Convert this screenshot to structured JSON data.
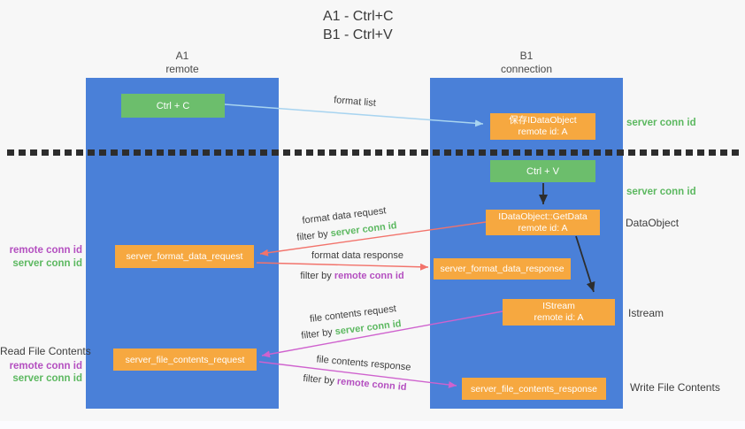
{
  "title": {
    "line1": "A1 - Ctrl+C",
    "line2": "B1 - Ctrl+V"
  },
  "lanes": {
    "a1": {
      "name": "A1",
      "role": "remote"
    },
    "b1": {
      "name": "B1",
      "role": "connection"
    }
  },
  "nodes": {
    "ctrl_c": {
      "label": "Ctrl + C"
    },
    "save_dataobject": {
      "line1": "保存IDataObject",
      "line2": "remote id: A"
    },
    "ctrl_v": {
      "label": "Ctrl + V"
    },
    "getdata": {
      "line1": "IDataObject::GetData",
      "line2": "remote id: A"
    },
    "format_request": {
      "label": "server_format_data_request"
    },
    "format_response": {
      "label": "server_format_data_response"
    },
    "istream": {
      "line1": "IStream",
      "line2": "remote id: A"
    },
    "file_request": {
      "label": "server_file_contents_request"
    },
    "file_response": {
      "label": "server_file_contents_response"
    }
  },
  "edges": {
    "format_list": {
      "label": "format list"
    },
    "format_request": {
      "label": "format data request",
      "filter_prefix": "filter by ",
      "filter_key": "server conn id"
    },
    "format_response": {
      "label": "format data response",
      "filter_prefix": "filter by ",
      "filter_key": "remote conn id"
    },
    "file_request": {
      "label": "file contents request",
      "filter_prefix": "filter by ",
      "filter_key": "server conn id"
    },
    "file_response": {
      "label": "file contents response",
      "filter_prefix": "filter by ",
      "filter_key": "remote conn id"
    }
  },
  "annotations": {
    "right": {
      "server_conn_id_top": "server conn id",
      "server_conn_id_mid": "server conn id",
      "dataobject": "DataObject",
      "istream": "Istream",
      "write_file": "Write File Contents"
    },
    "left": {
      "remote_conn_id_top": "remote conn id",
      "server_conn_id_top": "server conn id",
      "read_file": "Read File Contents",
      "remote_conn_id_bottom": "remote conn id",
      "server_conn_id_bottom": "server conn id"
    }
  },
  "colors": {
    "lane_blue": "#4a80d8",
    "node_green": "#6cbe6c",
    "node_orange": "#f6a840",
    "arrow_light_blue": "#a8d4f0",
    "arrow_red": "#f2736b",
    "arrow_magenta": "#cf62ce",
    "arrow_black": "#2d2d2d",
    "text_green": "#5cb860",
    "text_purple": "#b44fc0"
  }
}
